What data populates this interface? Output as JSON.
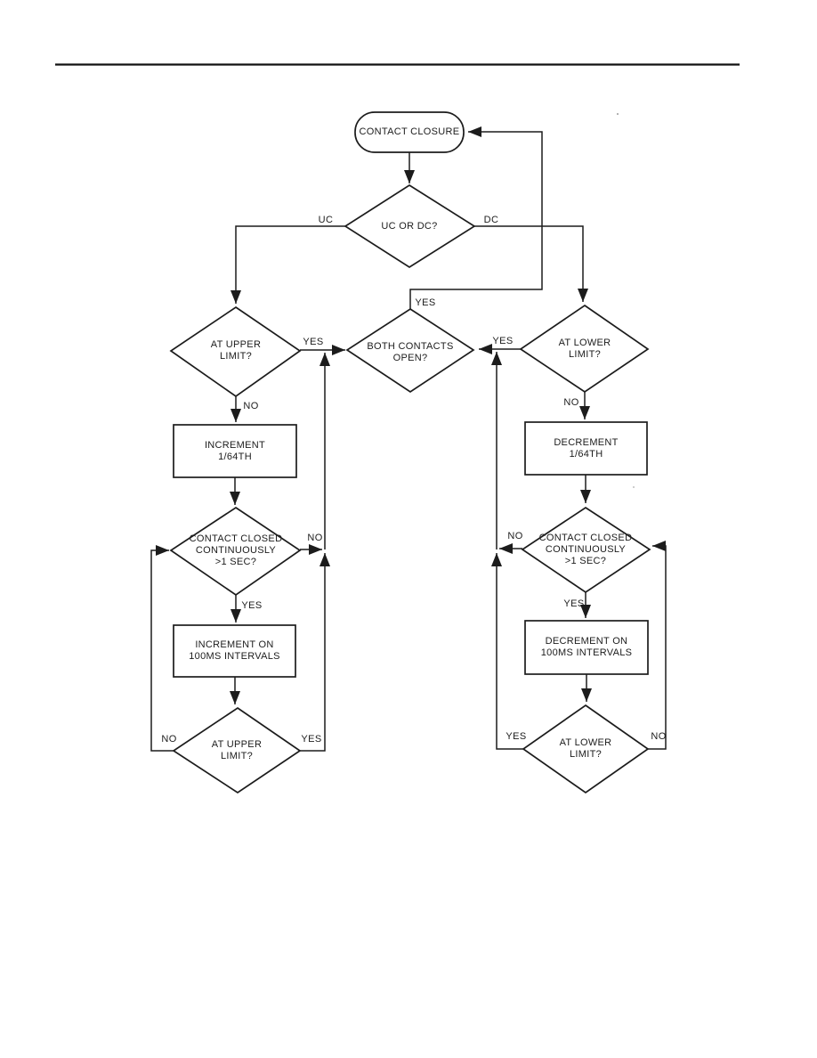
{
  "page": {
    "background": "#ffffff",
    "ink_color": "#1c1c1c",
    "description": "Scanned technical-manual page containing a contact-closure flowchart"
  },
  "diagram": {
    "nodes": {
      "contact_closure": {
        "type": "terminator",
        "label": "CONTACT CLOSURE"
      },
      "uc_or_dc": {
        "type": "decision",
        "label": "UC OR DC?"
      },
      "at_upper_limit_top": {
        "type": "decision",
        "label": "AT UPPER\nLIMIT?"
      },
      "both_contacts_open": {
        "type": "decision",
        "label": "BOTH CONTACTS\nOPEN?"
      },
      "at_lower_limit_top": {
        "type": "decision",
        "label": "AT LOWER\nLIMIT?"
      },
      "increment_1_64th": {
        "type": "process",
        "label": "INCREMENT\n1/64TH"
      },
      "decrement_1_64th": {
        "type": "process",
        "label": "DECREMENT\n1/64TH"
      },
      "contact_closed_left": {
        "type": "decision",
        "label": "CONTACT CLOSED\nCONTINUOUSLY\n>1 SEC?"
      },
      "contact_closed_right": {
        "type": "decision",
        "label": "CONTACT CLOSED\nCONTINUOUSLY\n>1 SEC?"
      },
      "increment_100ms": {
        "type": "process",
        "label": "INCREMENT ON\n100MS INTERVALS"
      },
      "decrement_100ms": {
        "type": "process",
        "label": "DECREMENT ON\n100MS INTERVALS"
      },
      "at_upper_limit_bottom": {
        "type": "decision",
        "label": "AT UPPER\nLIMIT?"
      },
      "at_lower_limit_bottom": {
        "type": "decision",
        "label": "AT LOWER\nLIMIT?"
      }
    },
    "edge_labels": {
      "uc": "UC",
      "dc": "DC",
      "yes": "YES",
      "no": "NO"
    },
    "edges": [
      {
        "from": "contact_closure",
        "to": "uc_or_dc",
        "label": ""
      },
      {
        "from": "uc_or_dc",
        "to": "at_upper_limit_top",
        "label": "UC"
      },
      {
        "from": "uc_or_dc",
        "to": "at_lower_limit_top",
        "label": "DC"
      },
      {
        "from": "at_upper_limit_top",
        "to": "both_contacts_open",
        "label": "YES"
      },
      {
        "from": "at_upper_limit_top",
        "to": "increment_1_64th",
        "label": "NO"
      },
      {
        "from": "increment_1_64th",
        "to": "contact_closed_left",
        "label": ""
      },
      {
        "from": "contact_closed_left",
        "to": "both_contacts_open",
        "label": "NO"
      },
      {
        "from": "contact_closed_left",
        "to": "increment_100ms",
        "label": "YES"
      },
      {
        "from": "increment_100ms",
        "to": "at_upper_limit_bottom",
        "label": ""
      },
      {
        "from": "at_upper_limit_bottom",
        "to": "contact_closed_left",
        "label": "NO"
      },
      {
        "from": "at_upper_limit_bottom",
        "to": "both_contacts_open",
        "label": "YES"
      },
      {
        "from": "at_lower_limit_top",
        "to": "both_contacts_open",
        "label": "YES"
      },
      {
        "from": "at_lower_limit_top",
        "to": "decrement_1_64th",
        "label": "NO"
      },
      {
        "from": "decrement_1_64th",
        "to": "contact_closed_right",
        "label": ""
      },
      {
        "from": "contact_closed_right",
        "to": "both_contacts_open",
        "label": "NO"
      },
      {
        "from": "contact_closed_right",
        "to": "decrement_100ms",
        "label": "YES"
      },
      {
        "from": "decrement_100ms",
        "to": "at_lower_limit_bottom",
        "label": ""
      },
      {
        "from": "at_lower_limit_bottom",
        "to": "contact_closed_right",
        "label": "NO"
      },
      {
        "from": "at_lower_limit_bottom",
        "to": "both_contacts_open",
        "label": "YES"
      },
      {
        "from": "both_contacts_open",
        "to": "contact_closure",
        "label": "YES"
      }
    ]
  }
}
